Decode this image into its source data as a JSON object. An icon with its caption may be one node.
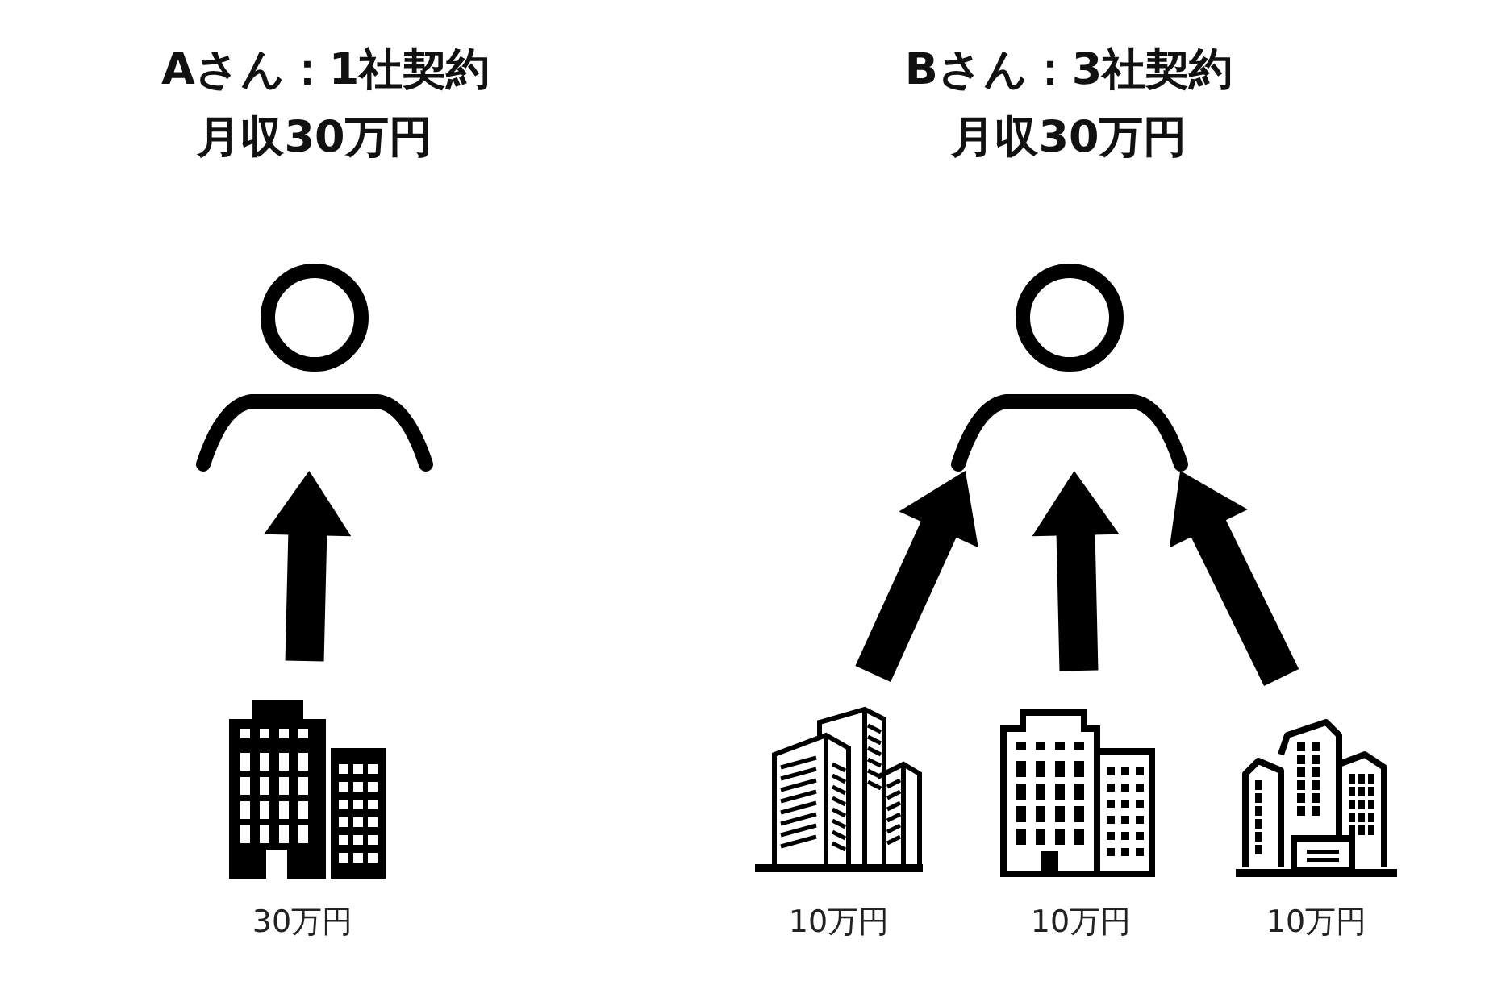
{
  "diagram": {
    "nodes": [
      {
        "text": [
          "Aさん：1社契約",
          "月収30万円"
        ]
      },
      {
        "text": [
          "Bさん：3社契約",
          "月収30万円"
        ]
      },
      {
        "text": [],
        "shape": "building",
        "beside": [
          "30万円"
        ]
      },
      {
        "text": [],
        "shape": "building",
        "beside": [
          "10万円"
        ]
      },
      {
        "text": [],
        "shape": "building",
        "beside": [
          "10万円"
        ]
      },
      {
        "text": [],
        "shape": "building",
        "beside": [
          "10万円"
        ]
      }
    ],
    "edges": [
      {
        "from": 2,
        "to": 0,
        "arrow": "to"
      },
      {
        "from": 3,
        "to": 1,
        "arrow": "to"
      },
      {
        "from": 4,
        "to": 1,
        "arrow": "to"
      },
      {
        "from": 5,
        "to": 1,
        "arrow": "to"
      }
    ]
  }
}
